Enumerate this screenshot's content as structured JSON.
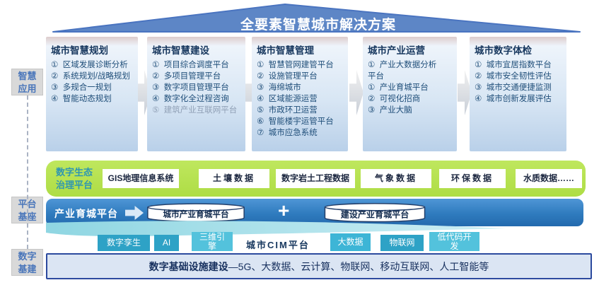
{
  "title": "全要素智慧城市解决方案",
  "left_rail": {
    "labels": [
      "智慧\n应用",
      "平台\n基座",
      "数字\n基建"
    ]
  },
  "columns": [
    {
      "title": "城市智慧规划",
      "items": [
        {
          "t": "①  区域发展诊断分析"
        },
        {
          "t": "②  系统规划/战略规划"
        },
        {
          "t": "③  多规合一规划"
        },
        {
          "t": "④  智能动态规划"
        }
      ]
    },
    {
      "title": "城市智慧建设",
      "items": [
        {
          "t": "①  项目综合调度平台"
        },
        {
          "t": "②  多项目管理平台"
        },
        {
          "t": "③  数字项目管理平台"
        },
        {
          "t": "④  数字化全过程咨询"
        },
        {
          "t": "⑤  建筑产业互联网平台",
          "muted": true
        }
      ]
    },
    {
      "title": "城市智慧管理",
      "items": [
        {
          "t": "①  智慧管网建管平台"
        },
        {
          "t": "②  设施管理平台"
        },
        {
          "t": "③  海绵城市"
        },
        {
          "t": "④  区域能源运营"
        },
        {
          "t": "⑤  市政环卫运营"
        },
        {
          "t": "⑥  智能楼宇运管平台"
        },
        {
          "t": "⑦  城市应急系统"
        }
      ]
    },
    {
      "title": "城市产业运营",
      "items": [
        {
          "t": "①  产业大数据分析\n平台"
        },
        {
          "t": "①  产业育城平台"
        },
        {
          "t": "②  可视化招商"
        },
        {
          "t": "③  产业大脑"
        }
      ]
    },
    {
      "title": "城市数字体检",
      "items": [
        {
          "t": "①  城市宜居指数平台"
        },
        {
          "t": "②  城市安全韧性评估"
        },
        {
          "t": "③  城市交通便捷监测"
        },
        {
          "t": "④  城市创新发展评估"
        }
      ]
    }
  ],
  "eco": {
    "label": "数字生态\n治理平台",
    "boxes": [
      "GIS地理信息系统",
      "土壤数据",
      "数字岩土工程数据",
      "气象数据",
      "环保数据",
      "水质数据……"
    ]
  },
  "platform": {
    "label": "产业育城平台",
    "plus": "+",
    "cylinders": [
      "城市产业育城平台",
      "建设产业育城平台"
    ]
  },
  "tech": {
    "cim_label": "城市CIM平台",
    "buttons": [
      "数字孪生",
      "AI",
      "三维引\n擎",
      "大数据",
      "物联网",
      "低代码开\n发"
    ]
  },
  "infra": {
    "bold": "数字基础设施建设",
    "rest": "—5G、大数据、云计算、物联网、移动互联网、人工智能等"
  },
  "colors": {
    "roof": "#5d86c6",
    "column_top": "#eef4fb",
    "column_bottom": "#b9d0e9",
    "eco_green": "#aedd45",
    "platform_blue": "#2f7bbe",
    "tech_cyan_dark": "#2ea2c6",
    "tech_cyan_light": "#53c2dc",
    "infra_fill": "#dbe5f3",
    "infra_border": "#2c4a9e",
    "header_text": "#17375e",
    "item_text": "#1f4e79"
  }
}
